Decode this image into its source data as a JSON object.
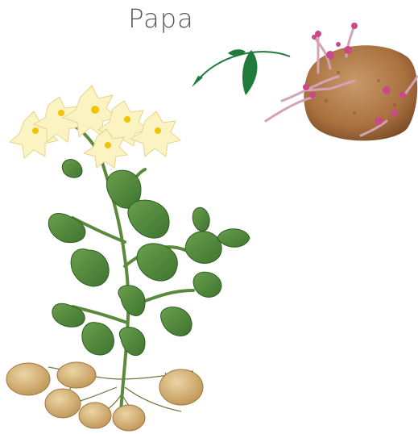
{
  "title": "Papa",
  "colors": {
    "leaf": "#4f8a3a",
    "leaf_dark": "#2f5e22",
    "stem": "#5c8a3c",
    "flower": "#fbf3c2",
    "flower_center": "#f2c300",
    "tuber": "#d8b580",
    "sprout_potato": "#b07a4a",
    "sprout": "#c94a86",
    "arrow": "#1f7a3c"
  },
  "icons": [
    "potato-plant",
    "sprouting-potato",
    "curved-arrow-icon",
    "leaf-icon"
  ]
}
